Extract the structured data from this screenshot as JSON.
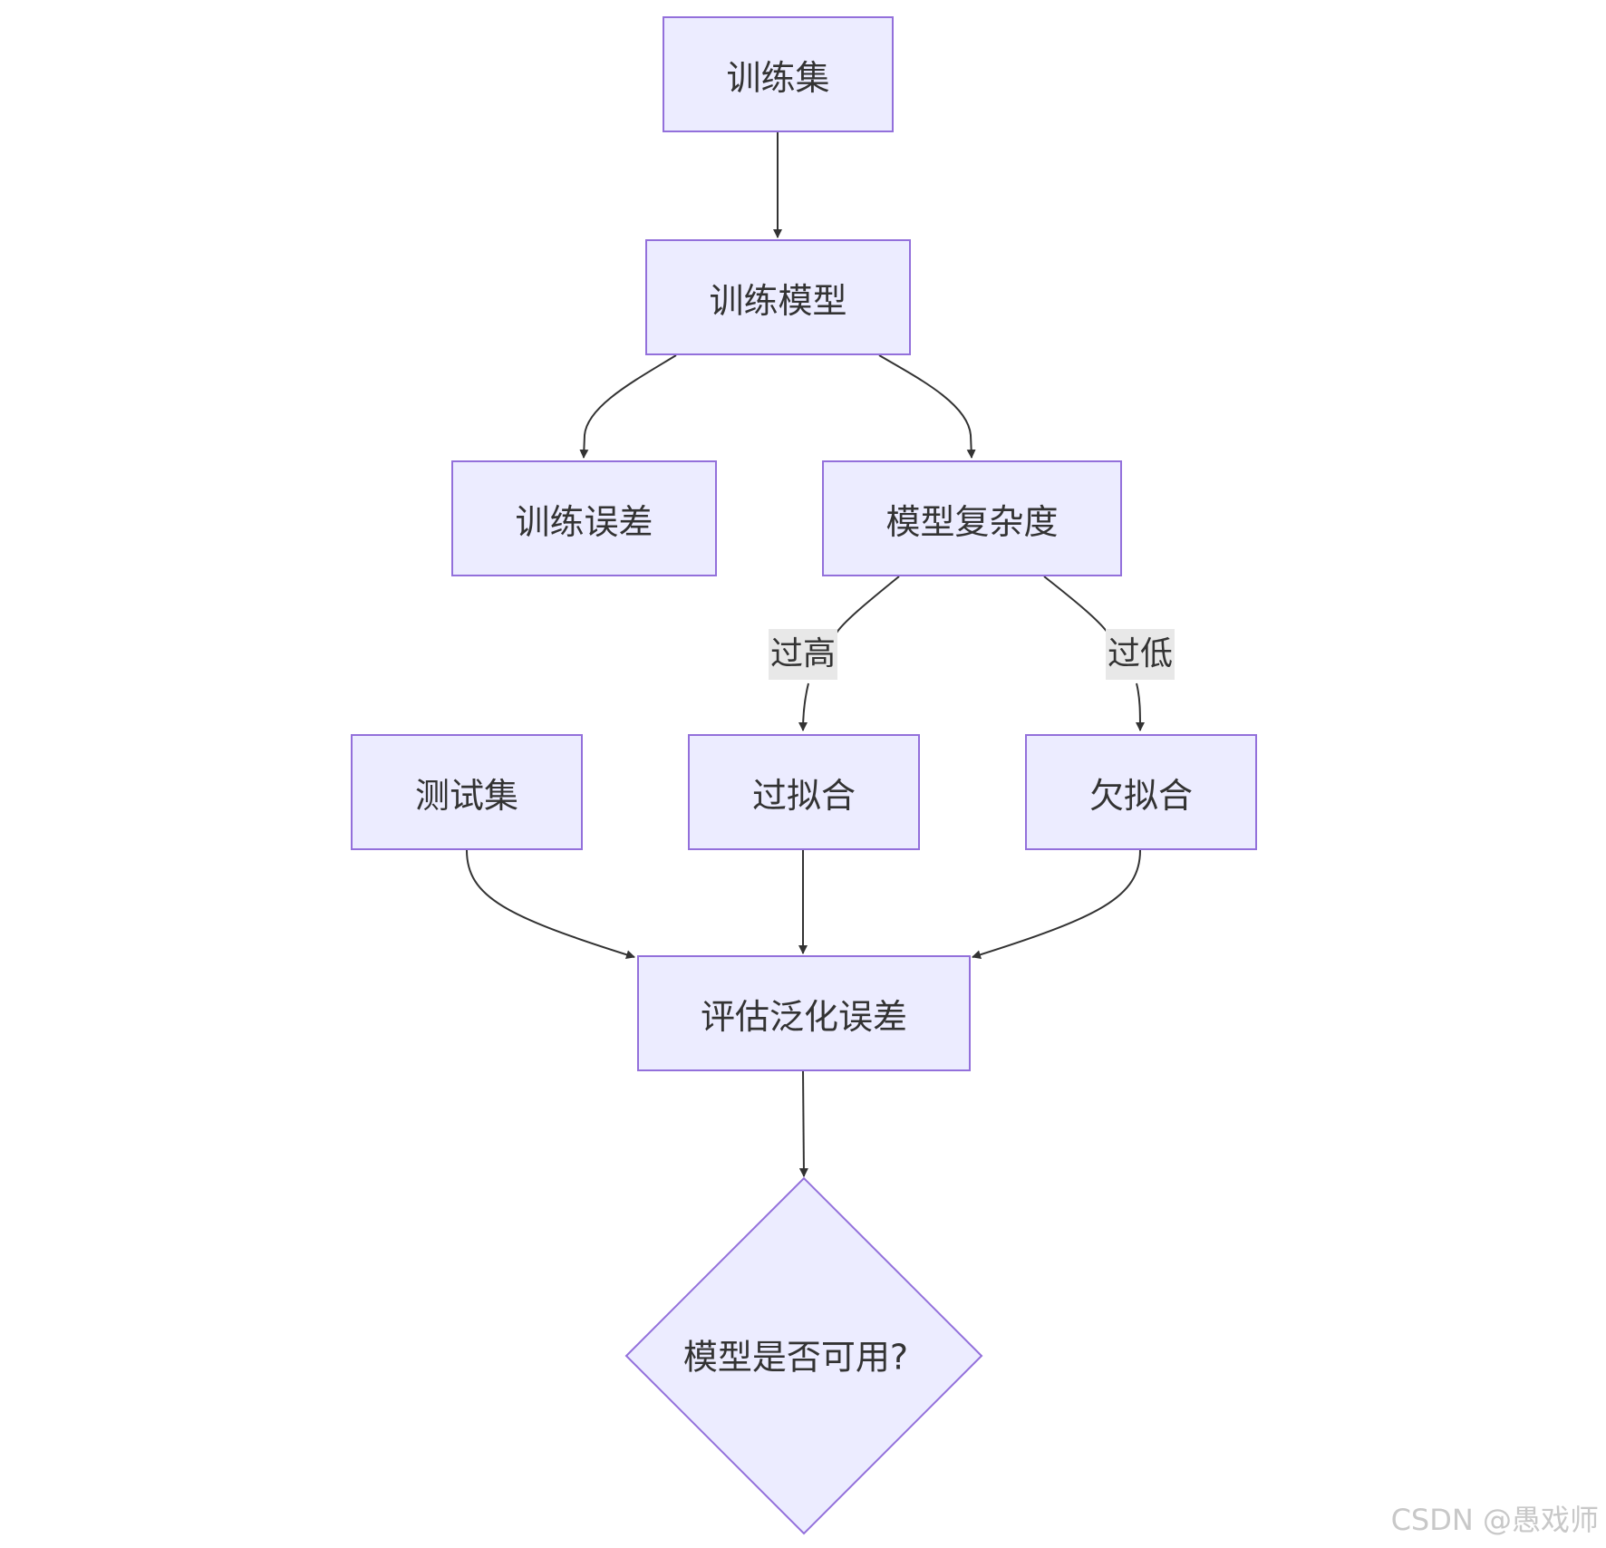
{
  "nodes": {
    "train_set": "训练集",
    "train_model": "训练模型",
    "train_error": "训练误差",
    "model_complexity": "模型复杂度",
    "test_set": "测试集",
    "overfit": "过拟合",
    "underfit": "欠拟合",
    "generalization_error": "评估泛化误差",
    "model_usable": "模型是否可用?"
  },
  "edge_labels": {
    "too_high": "过高",
    "too_low": "过低"
  },
  "watermark": "CSDN @愚戏师",
  "colors": {
    "node_fill": "#ececff",
    "node_border": "#9370db",
    "edge": "#333333",
    "label_bg": "#e8e8e8"
  }
}
